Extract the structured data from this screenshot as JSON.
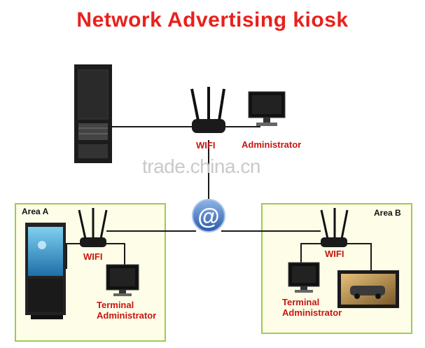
{
  "title": "Network Advertising kiosk",
  "labels": {
    "wifi_main": "WIFI",
    "administrator": "Administrator",
    "area_a": "Area A",
    "area_b": "Area B",
    "wifi_a": "WIFI",
    "wifi_b": "WIFI",
    "terminal_a_line1": "Terminal",
    "terminal_a_line2": "Administrator",
    "terminal_b_line1": "Terminal",
    "terminal_b_line2": "Administrator"
  },
  "watermark": "trade.china.cn",
  "internet_symbol": "@",
  "colors": {
    "title": "#e8211d",
    "label": "#c8150f",
    "area_border": "#9dcb53",
    "area_fill": "#fdfde8",
    "wire": "#1a1a1a",
    "internet_globe": "#3c6fb8"
  },
  "icons": [
    "server-rack-icon",
    "router-icon",
    "monitor-icon",
    "internet-globe-icon",
    "kiosk-icon",
    "widescreen-display-icon"
  ]
}
